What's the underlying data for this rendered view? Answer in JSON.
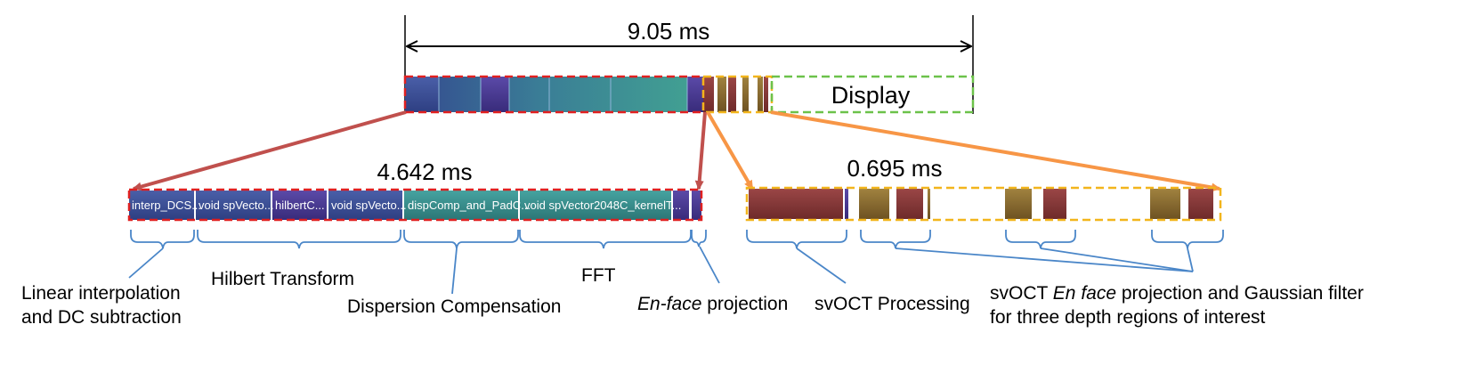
{
  "timings": {
    "total": "9.05 ms",
    "cuda": "4.642 ms",
    "svoct": "0.695 ms"
  },
  "top_bar": {
    "display_label": "Display"
  },
  "kernels": [
    "interp_DCS...",
    "void spVecto...",
    "hilbertC...",
    "void spVecto...",
    "dispComp_and_PadC...",
    "void spVector2048C_kernelT..."
  ],
  "stage_labels": {
    "linear_1": "Linear interpolation",
    "linear_2": "and DC subtraction",
    "hilbert": "Hilbert Transform",
    "dispersion": "Dispersion Compensation",
    "fft": "FFT",
    "enface_italic": "En-face",
    "enface_rest": " projection",
    "svoct_processing": "svOCT Processing",
    "svoct_enface_1a": "svOCT ",
    "svoct_enface_1b": "En face",
    "svoct_enface_1c": " projection and Gaussian filter",
    "svoct_enface_2": "for three depth regions of interest"
  },
  "colors": {
    "red_dash": "#e02020",
    "green_dash": "#6cc24a",
    "yellow_dash": "#f2b51c",
    "arrow_red": "#c0504d",
    "arrow_orange": "#f79646",
    "bracket_blue": "#4a86c8",
    "maroon": "#8c3a3a",
    "olive_brown": "#8a6a30",
    "teal": "#3a8f8f",
    "navy": "#3b4f9a",
    "purple": "#4a3b8f"
  }
}
